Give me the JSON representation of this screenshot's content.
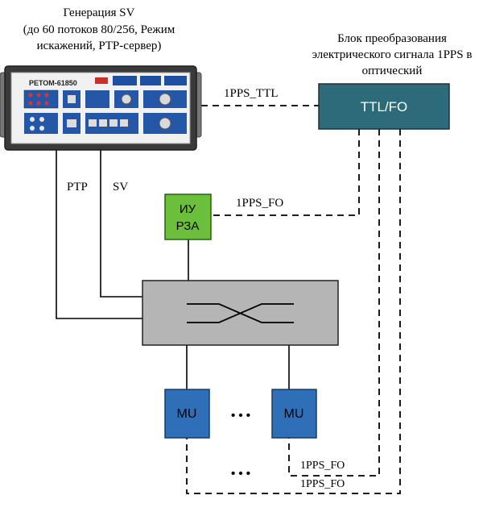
{
  "generator": {
    "caption_line1": "Генерация SV",
    "caption_line2": "(до 60 потоков 80/256, Режим",
    "caption_line3": "искажений, PTP-сервер)",
    "device_label": "РЕТОМ-61850"
  },
  "converter": {
    "caption_line1": "Блок преобразования",
    "caption_line2": "электрического сигнала 1PPS в",
    "caption_line3": "оптический",
    "label": "TTL/FO",
    "color": "#2d6b7a"
  },
  "iu_rza": {
    "label_line1": "ИУ",
    "label_line2": "РЗА",
    "color": "#6cbf3a"
  },
  "switch": {
    "color": "#b5b5b5"
  },
  "merging_units": {
    "mu1_label": "MU",
    "mu2_label": "MU",
    "color": "#2e6fb8",
    "ellipsis": "• • •"
  },
  "links": {
    "ttl": "1PPS_TTL",
    "fo_iu": "1PPS_FO",
    "fo_mu2": "1PPS_FO",
    "fo_mu1": "1PPS_FO",
    "ptp": "PTP",
    "sv": "SV",
    "bottom_ellipsis": "• • •"
  }
}
